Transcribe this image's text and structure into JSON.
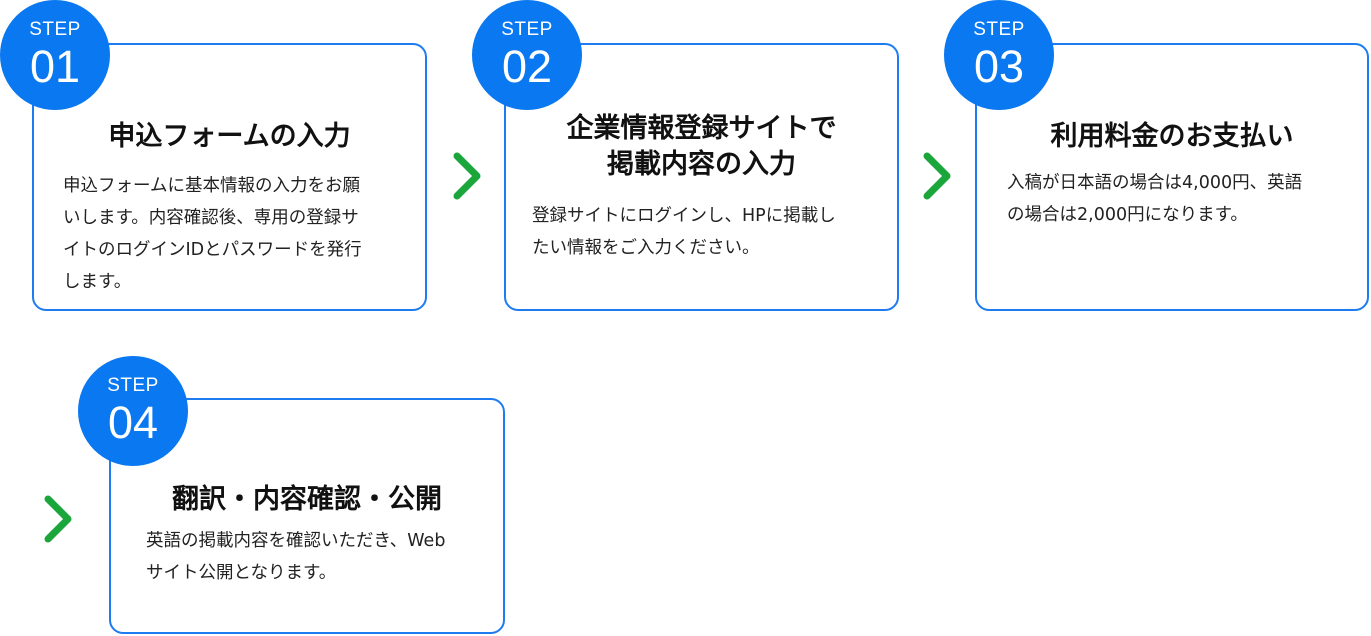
{
  "steps": [
    {
      "step_word": "STEP",
      "number": "01",
      "title": "申込フォームの入力",
      "description": "申込フォームに基本情報の入力をお願\nいします。内容確認後、専用の登録サ\nイトのログインIDとパスワードを発行\nします。"
    },
    {
      "step_word": "STEP",
      "number": "02",
      "title": "企業情報登録サイトで\n掲載内容の入力",
      "description": "登録サイトにログインし、HPに掲載し\nたい情報をご入力ください。"
    },
    {
      "step_word": "STEP",
      "number": "03",
      "title": "利用料金のお支払い",
      "description": "入稿が日本語の場合は4,000円、英語\nの場合は2,000円になります。"
    },
    {
      "step_word": "STEP",
      "number": "04",
      "title": "翻訳・内容確認・公開",
      "description": "英語の掲載内容を確認いただき、Web\nサイト公開となります。"
    }
  ],
  "arrows": [
    {
      "icon": "chevron-right-icon"
    },
    {
      "icon": "chevron-right-icon"
    },
    {
      "icon": "chevron-right-icon"
    }
  ],
  "colors": {
    "card_border": "#1e7cf0",
    "badge_fill": "#0a78f0",
    "arrow": "#1aa63a"
  }
}
